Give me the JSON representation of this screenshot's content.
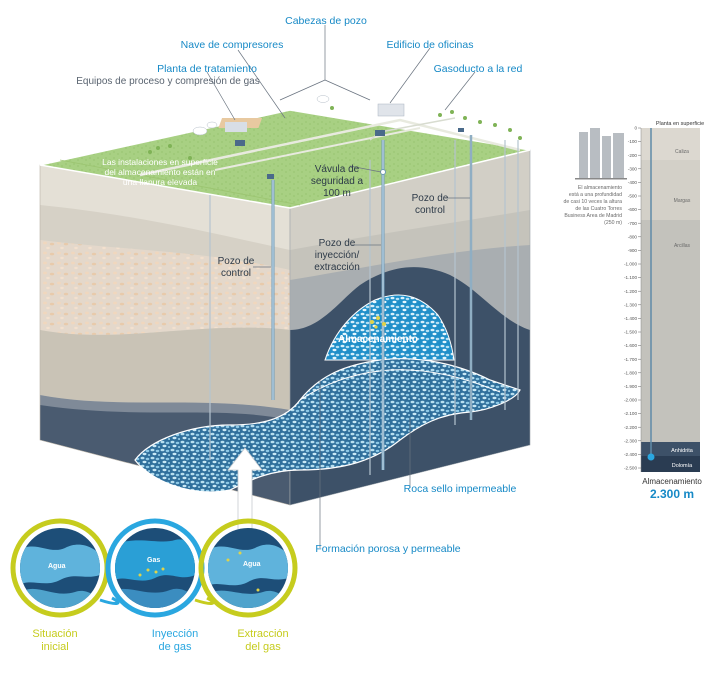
{
  "labels": {
    "cabezas_pozo": "Cabezas de pozo",
    "nave_compresores": "Nave de compresores",
    "edificio_oficinas": "Edificio de oficinas",
    "planta_tratamiento": "Planta de tratamiento",
    "equipos_proceso": "Equipos de proceso y compresión de gas",
    "gasoducto": "Gasoducto a la red",
    "instalaciones_l1": "Las instalaciones en superficie",
    "instalaciones_l2": "del almacenamiento están en",
    "instalaciones_l3": "una llanura elevada",
    "valvula_l1": "Vávula de",
    "valvula_l2": "seguridad a",
    "valvula_l3": "100 m",
    "pozo_control_a_l1": "Pozo de",
    "pozo_control_a_l2": "control",
    "pozo_control_b_l1": "Pozo de",
    "pozo_control_b_l2": "control",
    "pozo_iny_l1": "Pozo de",
    "pozo_iny_l2": "inyección/",
    "pozo_iny_l3": "extracción",
    "almacenamiento": "Almacenamiento",
    "roca_sello": "Roca sello impermeable",
    "formacion": "Formación porosa y permeable"
  },
  "phases": [
    {
      "inner": "Agua",
      "caption_l1": "Situación",
      "caption_l2": "inicial"
    },
    {
      "inner": "Gas",
      "caption_l1": "Inyección",
      "caption_l2": "de gas"
    },
    {
      "inner": "Agua",
      "caption_l1": "Extracción",
      "caption_l2": "del gas"
    }
  ],
  "depth_scale": {
    "top_label": "Planta en superficie",
    "ticks": [
      "0",
      "-100",
      "-200",
      "-300",
      "-400",
      "-500",
      "-600",
      "-700",
      "-800",
      "-900",
      "-1.000",
      "-1.100",
      "-1.200",
      "-1.300",
      "-1.400",
      "-1.500",
      "-1.600",
      "-1.700",
      "-1.800",
      "-1.900",
      "-2.000",
      "-2.100",
      "-2.200",
      "-2.300",
      "-2.400",
      "-2.500"
    ],
    "strata": [
      "Caliza",
      "Margas",
      "Arcillas",
      "Anhidrita",
      "Dolomía"
    ],
    "note_l1": "El almacenamiento",
    "note_l2": "está a una profundidad",
    "note_l3": "de casi 10 veces la altura",
    "note_l4": "de las Cuatro Torres",
    "note_l5": "Business Area de Madrid",
    "note_l6": "(250 m)",
    "storage_label": "Almacenamiento",
    "storage_depth": "2.300 m"
  },
  "colors": {
    "surface_green": "#a8d083",
    "accent_blue": "#1689c6",
    "ring_yellow": "#c6cc1e",
    "ring_blue": "#2aa7e0",
    "dark_rock": "#3d5168"
  }
}
